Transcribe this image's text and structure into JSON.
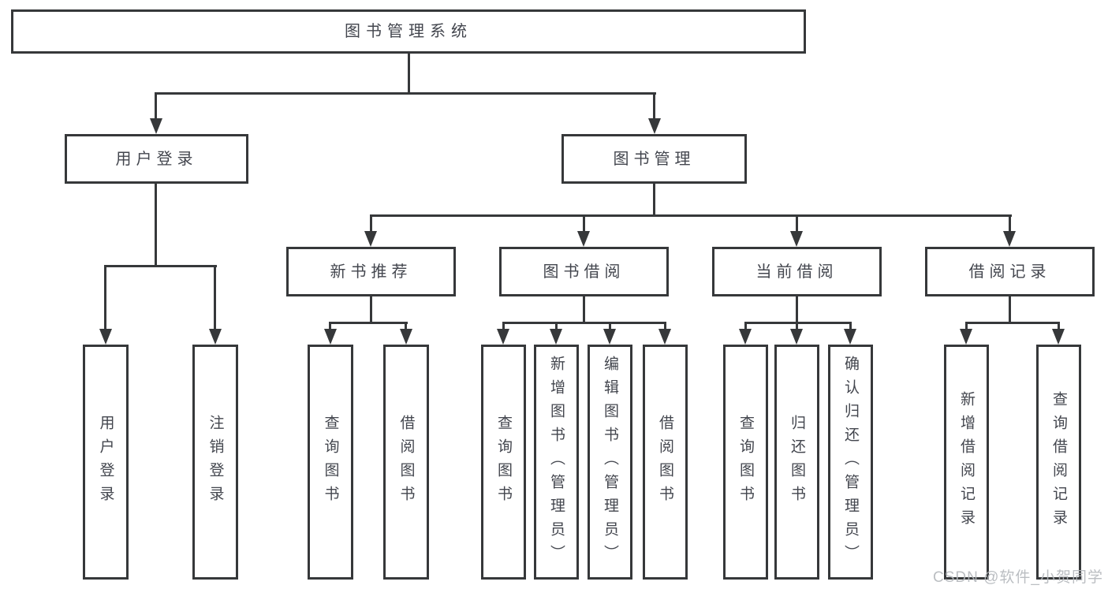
{
  "tree": {
    "label": "图书管理系统",
    "children": [
      {
        "label": "用户登录",
        "children": [
          {
            "label": "用户登录"
          },
          {
            "label": "注销登录"
          }
        ]
      },
      {
        "label": "图书管理",
        "children": [
          {
            "label": "新书推荐",
            "children": [
              {
                "label": "查询图书"
              },
              {
                "label": "借阅图书"
              }
            ]
          },
          {
            "label": "图书借阅",
            "children": [
              {
                "label": "查询图书"
              },
              {
                "label": "新增图书（管理员）"
              },
              {
                "label": "编辑图书（管理员）"
              },
              {
                "label": "借阅图书"
              }
            ]
          },
          {
            "label": "当前借阅",
            "children": [
              {
                "label": "查询图书"
              },
              {
                "label": "归还图书"
              },
              {
                "label": "确认归还（管理员）"
              }
            ]
          },
          {
            "label": "借阅记录",
            "children": [
              {
                "label": "新增借阅记录"
              },
              {
                "label": "查询借阅记录"
              }
            ]
          }
        ]
      }
    ]
  },
  "watermark": {
    "text": "CSDN @软件_小贺同学"
  },
  "colors": {
    "line": "#36383a",
    "text": "#43464e",
    "watermark": "#b4b8bc",
    "bg": "#ffffff"
  }
}
